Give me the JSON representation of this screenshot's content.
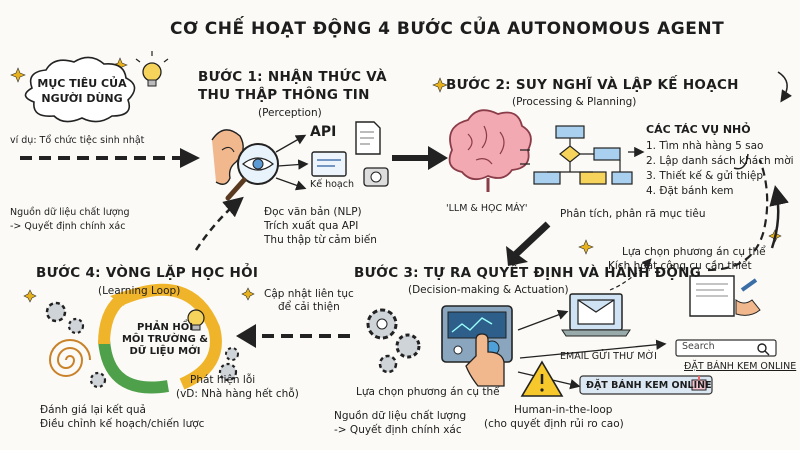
{
  "title": "CƠ CHẾ HOẠT ĐỘNG 4 BƯỚC CỦA AUTONOMOUS AGENT",
  "user_goal": {
    "bubble": [
      "MỤC TIÊU CỦA",
      "NGƯỜI DÙNG"
    ],
    "example": "ví dụ: Tổ chức tiệc sinh nhật"
  },
  "step1": {
    "title": [
      "BƯỚC 1: NHẬN THỨC VÀ",
      "THU THẬP THÔNG TIN"
    ],
    "subtitle": "(Perception)",
    "api_label": "API",
    "plan_label": "Kế hoạch",
    "items": [
      "Đọc văn bản (NLP)",
      "Trích xuất qua API",
      "Thu thập từ cảm biến"
    ]
  },
  "step2": {
    "title": "BƯỚC 2: SUY NGHĨ VÀ LẬP KẾ HOẠCH",
    "subtitle": "(Processing & Planning)",
    "brain_label": "'LLM & HỌC MÁY'",
    "tasks_title": "CÁC TÁC VỤ NHỎ",
    "tasks": [
      "1. Tìm nhà hàng 5 sao",
      "2. Lập danh sách khách mời",
      "3. Thiết kế & gửi thiệp",
      "4. Đặt bánh kem"
    ],
    "analysis": "Phân tích, phân rã mục tiêu"
  },
  "step3": {
    "title": "BƯỚC 3: TỰ RA QUYẾT ĐỊNH VÀ HÀNH ĐỘNG",
    "subtitle": "(Decision-making & Actuation)",
    "choose_label": "Lựa chọn phương án cụ thể",
    "tool_note": [
      "Lựa chọn phương án cụ thể",
      "Kích hoạt công cụ cần thiết"
    ],
    "email_label": "EMAIL GỬI THƯ MỜI",
    "search_placeholder": "Search",
    "order_link": "ĐẶT BÁNH KEM ONLINE",
    "order_button": "ĐẶT BÁNH KEM ONLINE",
    "human_loop": [
      "Human-in-the-loop",
      "(cho quyết định rủi ro cao)"
    ],
    "data_note": [
      "Nguồn dữ liệu chất lượng",
      "-> Quyết định chính xác"
    ]
  },
  "step4": {
    "title": "BƯỚC 4: VÒNG LẶP HỌC HỎI",
    "subtitle": "(Learning Loop)",
    "feedback": [
      "PHẢN HỒI",
      "MÔI TRƯỜNG &",
      "DỮ LIỆU MỚI"
    ],
    "update_note": [
      "Cập nhật liên tục",
      "để cải thiện"
    ],
    "error_note": [
      "Phát hiện lỗi",
      "(vD: Nhà hàng hết chỗ)"
    ],
    "review_note": [
      "Đánh giá lại kết quả",
      "Điều chỉnh kế hoạch/chiến lược"
    ],
    "top_note": [
      "Nguồn dữ liệu chất lượng",
      "-> Quyết định chính xác"
    ]
  }
}
